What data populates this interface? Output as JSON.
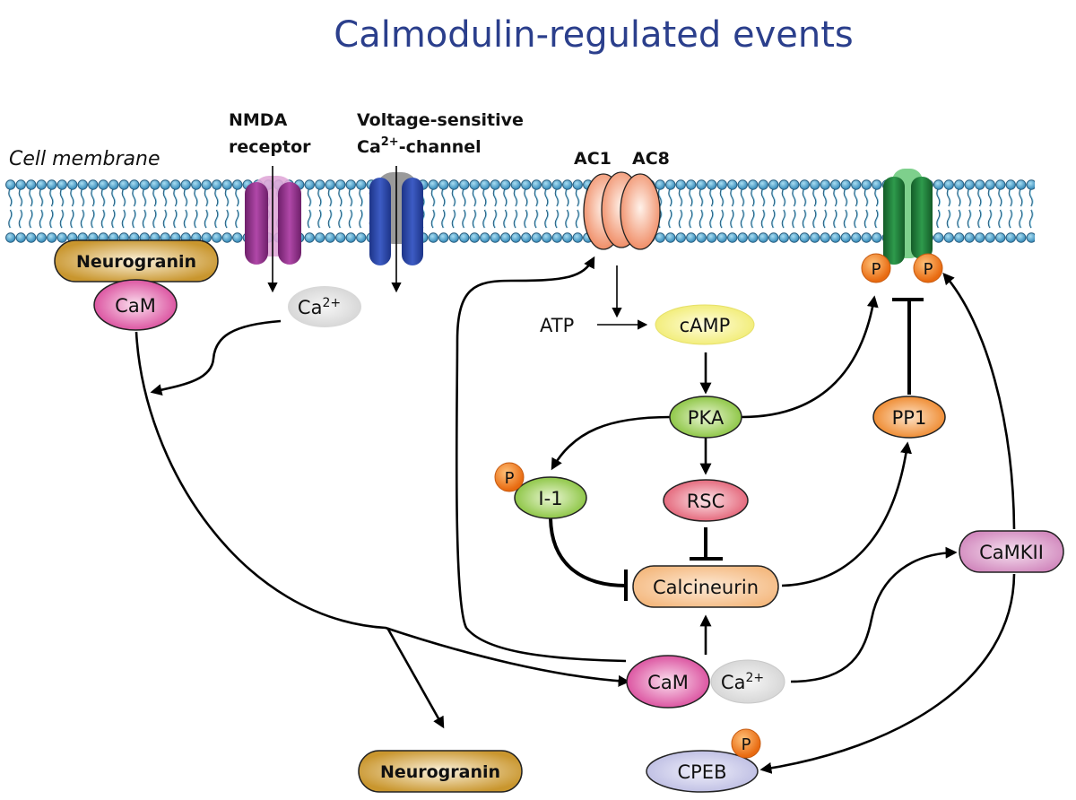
{
  "title": "Calmodulin-regulated events",
  "labels": {
    "cell_membrane": "Cell membrane",
    "nmda_line1": "NMDA",
    "nmda_line2": "receptor",
    "vsc_line1": "Voltage-sensitive",
    "vsc_line2_ca": "Ca",
    "vsc_line2_sup": "2+",
    "vsc_line2_rest": "-channel",
    "ac1": "AC1",
    "ac8": "AC8",
    "atp": "ATP"
  },
  "nodes": {
    "neurogranin_top": "Neurogranin",
    "cam_top": "CaM",
    "ca_top": "Ca",
    "ca_top_sup": "2+",
    "camp": "cAMP",
    "pka": "PKA",
    "i1": "I-1",
    "rsc": "RSC",
    "calcineurin": "Calcineurin",
    "pp1": "PP1",
    "camkii": "CaMKII",
    "cam_bottom": "CaM",
    "ca_bottom": "Ca",
    "ca_bottom_sup": "2+",
    "cpeb": "CPEB",
    "neurogranin_bottom": "Neurogranin",
    "phospho": "P"
  },
  "colors": {
    "title": "#2b3f8c",
    "membrane_head": "#4aa3cf",
    "nmda": "#9a2f92",
    "vsc": "#2a47a6",
    "ac": "#f29a76",
    "ampa": "#1f7a3a",
    "neurogranin": "#c9962e",
    "cam": "#d9489a",
    "calcium": "#dcdcdc",
    "camp": "#f4f08a",
    "pka": "#8cc63f",
    "rsc": "#e5687a",
    "calcineurin": "#f7c08a",
    "pp1": "#f08a2a",
    "camkii": "#d58ac0",
    "cpeb": "#c8c8e8",
    "phospho": "#f07a1a"
  },
  "edges": [
    {
      "from": "NMDA receptor",
      "to": "Ca2+",
      "type": "activation"
    },
    {
      "from": "Voltage-sensitive Ca2+-channel",
      "to": "Ca2+",
      "type": "activation"
    },
    {
      "from": "Ca2+",
      "to": "CaM/Neurogranin",
      "type": "activation"
    },
    {
      "from": "CaM",
      "to": "CaM-Ca2+",
      "type": "activation"
    },
    {
      "from": "CaM",
      "to": "Neurogranin",
      "type": "activation"
    },
    {
      "from": "CaM-Ca2+",
      "to": "AC1/AC8",
      "type": "activation"
    },
    {
      "from": "AC1/AC8",
      "to": "ATP->cAMP",
      "type": "activation"
    },
    {
      "from": "cAMP",
      "to": "PKA",
      "type": "activation"
    },
    {
      "from": "PKA",
      "to": "I-1",
      "type": "activation"
    },
    {
      "from": "PKA",
      "to": "RSC",
      "type": "activation"
    },
    {
      "from": "PKA",
      "to": "AMPA receptor P",
      "type": "activation"
    },
    {
      "from": "I-1",
      "to": "Calcineurin",
      "type": "inhibition"
    },
    {
      "from": "RSC",
      "to": "Calcineurin",
      "type": "inhibition"
    },
    {
      "from": "CaM-Ca2+",
      "to": "Calcineurin",
      "type": "activation"
    },
    {
      "from": "Calcineurin",
      "to": "PP1",
      "type": "activation"
    },
    {
      "from": "PP1",
      "to": "AMPA receptor P",
      "type": "inhibition"
    },
    {
      "from": "CaM-Ca2+",
      "to": "CaMKII",
      "type": "activation"
    },
    {
      "from": "CaMKII",
      "to": "AMPA receptor P",
      "type": "activation"
    },
    {
      "from": "CaMKII",
      "to": "CPEB",
      "type": "activation"
    }
  ]
}
